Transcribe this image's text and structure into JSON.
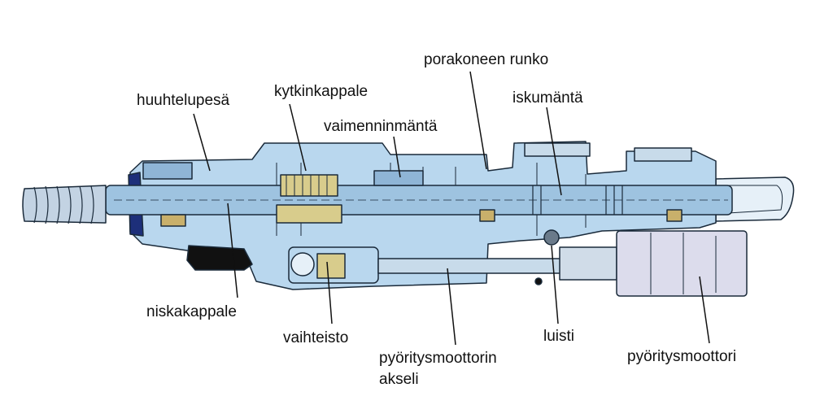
{
  "labels": {
    "porakoneen_runko": "porakoneen runko",
    "huuhtelupesa": "huuhtelupesä",
    "kytkinkappale": "kytkinkappale",
    "iskumanta": "iskumäntä",
    "vaimenninmanta": "vaimenninmäntä",
    "niskakappale": "niskakappale",
    "vaihteisto": "vaihteisto",
    "pyoritysmoottorin_akseli": "pyöritysmoottorin\nakseli",
    "luisti": "luisti",
    "pyoritysmoottori": "pyöritysmoottori"
  },
  "colors": {
    "body": "#b9d7ee",
    "body_dark": "#8fb5d6",
    "shaft": "#9ec3e0",
    "outline": "#1a2a3a",
    "gear": "#d8cc8c",
    "bronze": "#c9b06b",
    "motor": "#dcdcec",
    "black": "#111111",
    "navy": "#1d2f7a",
    "leader": "#111111"
  }
}
